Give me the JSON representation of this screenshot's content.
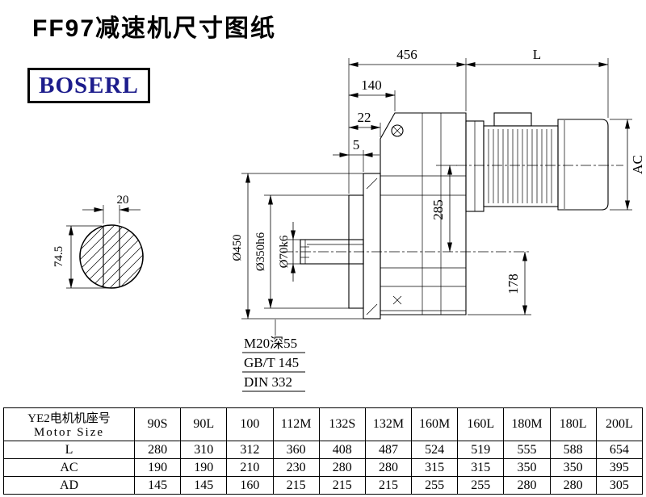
{
  "page": {
    "title": "FF97减速机尺寸图纸"
  },
  "logo": {
    "text": "BOSERL"
  },
  "colors": {
    "logo_text": "#1d1d8c",
    "line": "#000000"
  },
  "drawing": {
    "dim_456": "456",
    "dim_L": "L",
    "dim_140": "140",
    "dim_22": "22",
    "dim_5": "5",
    "dim_AC": "AC",
    "dim_285": "285",
    "dim_178": "178",
    "dim_d450": "Ø450",
    "dim_d350": "Ø350h6",
    "dim_d70": "Ø70k6",
    "dim_20": "20",
    "dim_745": "74.5",
    "callout_tap": "M20深55",
    "callout_gb": "GB/T 145",
    "callout_din": "DIN 332"
  },
  "table": {
    "header_line1": "YE2电机机座号",
    "header_line2": "Motor Size",
    "columns": [
      "90S",
      "90L",
      "100",
      "112M",
      "132S",
      "132M",
      "160M",
      "160L",
      "180M",
      "180L",
      "200L"
    ],
    "rows": [
      {
        "label": "L",
        "values": [
          "280",
          "310",
          "312",
          "360",
          "408",
          "487",
          "524",
          "519",
          "555",
          "588",
          "654"
        ]
      },
      {
        "label": "AC",
        "values": [
          "190",
          "190",
          "210",
          "230",
          "280",
          "280",
          "315",
          "315",
          "350",
          "350",
          "395"
        ]
      },
      {
        "label": "AD",
        "values": [
          "145",
          "145",
          "160",
          "215",
          "215",
          "215",
          "255",
          "255",
          "280",
          "280",
          "305"
        ]
      }
    ]
  }
}
